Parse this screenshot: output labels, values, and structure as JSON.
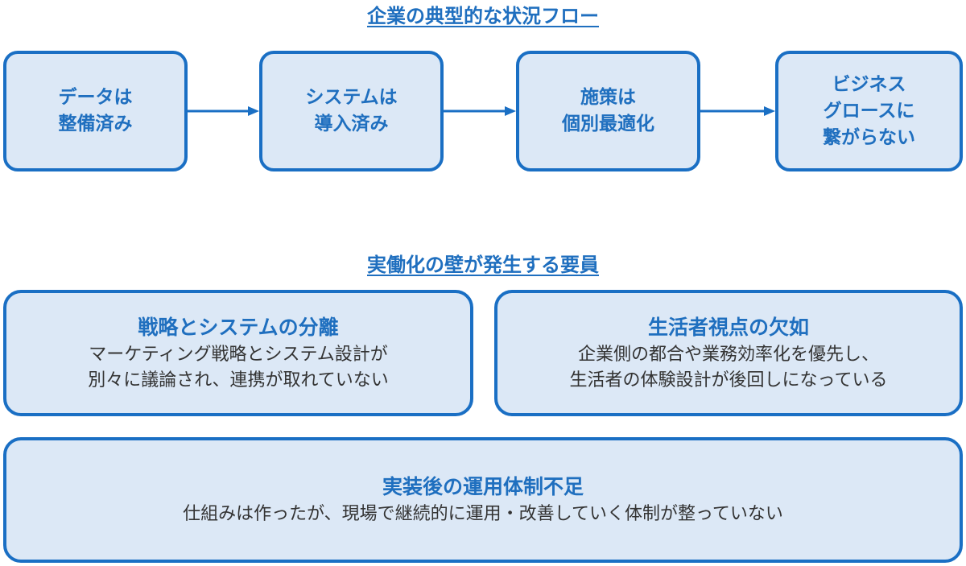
{
  "flow": {
    "title": "企業の典型的な状況フロー",
    "steps": [
      {
        "label": "データは\n整備済み"
      },
      {
        "label": "システムは\n導入済み"
      },
      {
        "label": "施策は\n個別最適化"
      },
      {
        "label": "ビジネス\nグロースに\n繋がらない"
      }
    ]
  },
  "factors": {
    "title": "実働化の壁が発生する要員",
    "items": [
      {
        "heading": "戦略とシステムの分離",
        "description": "マーケティング戦略とシステム設計が\n別々に議論され、連携が取れていない"
      },
      {
        "heading": "生活者視点の欠如",
        "description": "企業側の都合や業務効率化を優先し、\n生活者の体験設計が後回しになっている"
      },
      {
        "heading": "実装後の運用体制不足",
        "description": "仕組みは作ったが、現場で継続的に運用・改善していく体制が整っていない"
      }
    ]
  },
  "colors": {
    "accent": "#1f6fbf",
    "box_fill": "#dce8f6",
    "box_border": "#1a6fc4",
    "body_text": "#333333"
  }
}
